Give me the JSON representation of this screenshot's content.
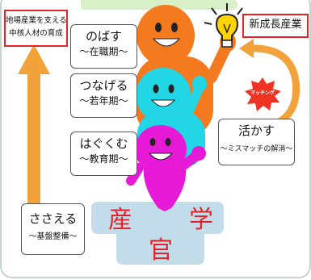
{
  "labels": {
    "support": {
      "line1": "地場産業を支える",
      "line2": "中核人材の育成"
    },
    "new_industry": "新成長産業",
    "nobasu": {
      "title": "のばす",
      "sub": "～在職期～"
    },
    "tsunageru": {
      "title": "つなげる",
      "sub": "～若年期～"
    },
    "hagukumu": {
      "title": "はぐくむ",
      "sub": "～教育期～"
    },
    "sasaeru": {
      "title": "ささえる",
      "sub": "～基盤整備～"
    },
    "ikasu": {
      "title": "活かす",
      "sub": "～ミスマッチの解消～"
    },
    "matching": "マッチング"
  },
  "pillars": {
    "industry": "産",
    "academia": "学",
    "government": "官"
  },
  "colors": {
    "frame_border": "#c8d2cc",
    "accent_red": "#e2232a",
    "arrow_orange": "#f2a23a",
    "person_orange": "#f47a20",
    "person_cyan": "#22d6e6",
    "person_magenta": "#e619d6",
    "base_blue": "#c2dde9",
    "bulb_yellow": "#ffd400",
    "burst_red": "#ee3322",
    "top_band": "#d8f0c8"
  },
  "icons": {
    "growth_arrow": "up-arrow-icon",
    "idea": "lightbulb-icon",
    "cycle": "curved-arrow-icon",
    "matching": "starburst-icon"
  }
}
